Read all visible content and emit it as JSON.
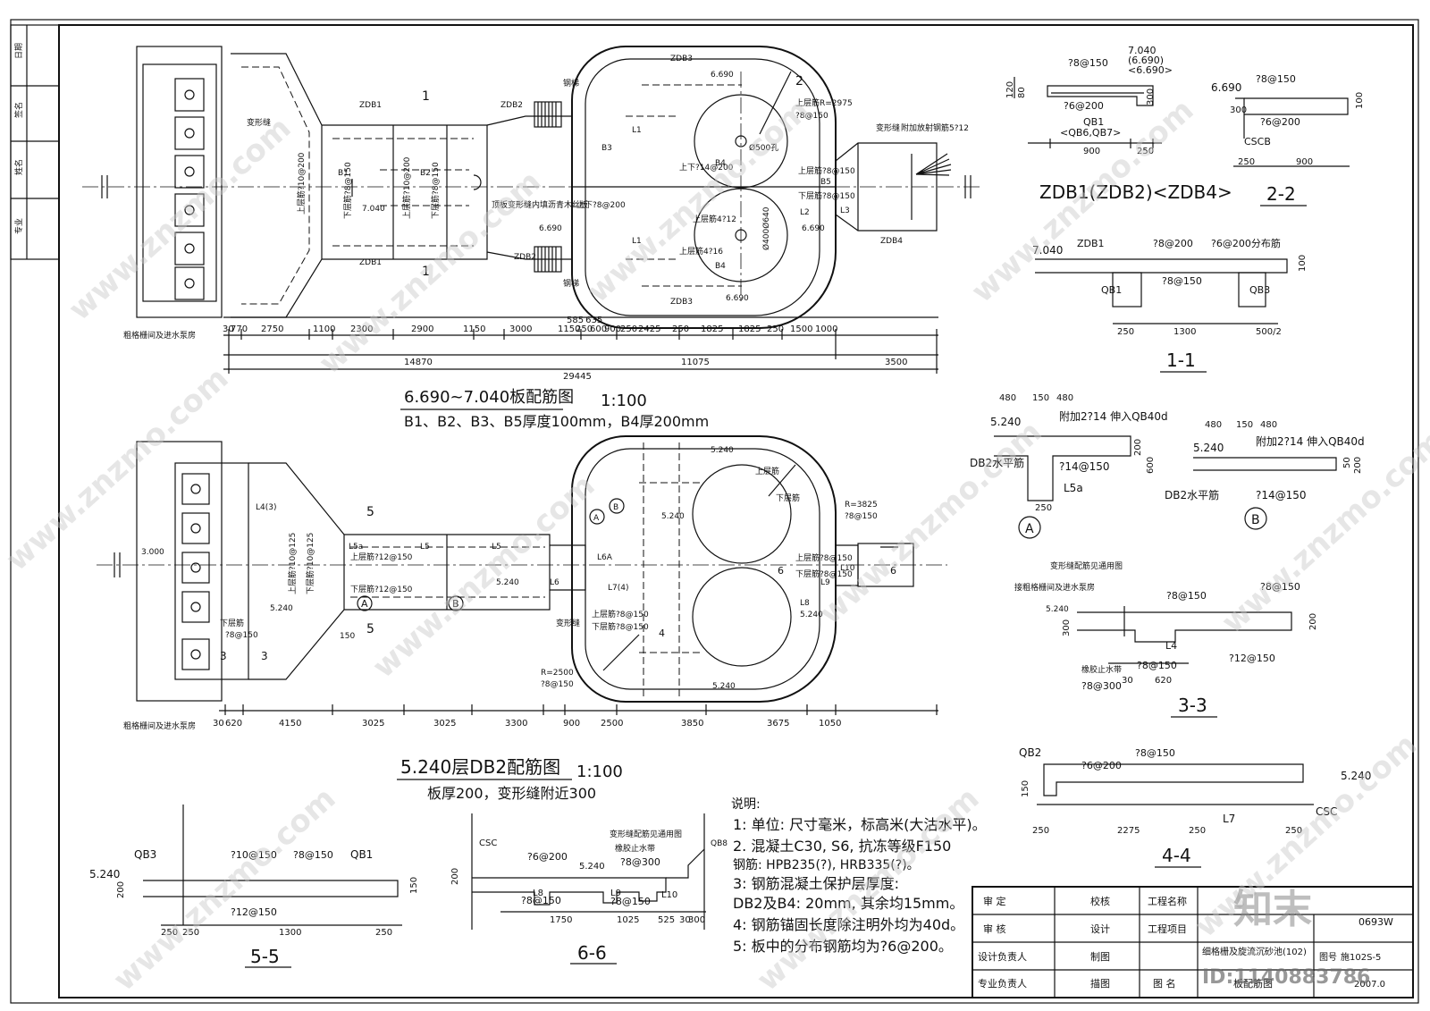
{
  "title_side": [
    "日期",
    "签名",
    "姓名",
    "专业"
  ],
  "plan1": {
    "title": "6.690~7.040板配筋图",
    "scale": "1:100",
    "note": "B1、B2、B3、B5厚度100mm，B4厚200mm",
    "labels": {
      "zdb1_top": "ZDB1",
      "zdb1_bot": "ZDB1",
      "zdb2_top": "ZDB2",
      "zdb2_bot": "ZDB2",
      "zdb3_top": "ZDB3",
      "zdb3_bot": "ZDB3",
      "zdb4": "ZDB4",
      "sec1_top": "1",
      "sec1_bot": "1",
      "sec2": "2",
      "bianxingfeng": "变形缝",
      "gangti_top": "钢梯",
      "gangti_bot": "钢梯",
      "r2975": "上层筋R=2975",
      "r2975b": "?8@150",
      "fujia": "附加放射钢筋5?12",
      "bianxing2": "变形缝",
      "shang10": "上层筋?10@200",
      "xia8": "下层筋?8@150",
      "shang10b": "上层筋?10@200",
      "xia8b": "下层筋?8@150",
      "b1": "B1",
      "b2": "B2",
      "b3": "B3",
      "b4a": "B4",
      "b4b": "B4",
      "b5": "B5",
      "l1a": "L1",
      "l1b": "L1",
      "l2": "L2",
      "l3": "L3",
      "e7040": "7.040",
      "e6690a": "6.690",
      "e6690b": "6.690",
      "e6690c": "6.690",
      "e6690d": "6.690",
      "s14_200": "上下?14@200",
      "s8_200": "上下?8@200",
      "s4_12": "上层筋4?12",
      "s4_16": "上层筋4?16",
      "sc8": "上层筋?8@150",
      "xc8": "下层筋?8@150",
      "d500": "Ø500孔",
      "d640": "Ø400Ø640",
      "ban": "顶板变形缝内填沥青木丝板",
      "jingu": "粗格栅间及进水泵房"
    },
    "dims_row1": [
      "30",
      "770",
      "2750",
      "1100",
      "2300",
      "2900",
      "1150",
      "3000",
      "1150",
      "250",
      "600",
      "900",
      "250",
      "2425",
      "250",
      "1825",
      "1825",
      "250",
      "1500",
      "1000"
    ],
    "dims_top_small": [
      "585",
      "635"
    ],
    "dims_row2": [
      "14870",
      "11075",
      "3500"
    ],
    "dims_total": "29445"
  },
  "plan2": {
    "title": "5.240层DB2配筋图",
    "scale": "1:100",
    "note": "板厚200，变形缝附近300",
    "labels": {
      "l43": "L4(3)",
      "s5a": "5",
      "s5b": "5",
      "s3a": "3",
      "s3b": "3",
      "e3000": "3.000",
      "l5a": "L5a",
      "l5b": "L5",
      "l5c": "L5",
      "l6": "L6",
      "l6a": "L6A",
      "l74": "L7(4)",
      "l8": "L8",
      "l9": "L9",
      "l10": "L10",
      "s6a": "6",
      "s6b": "6",
      "s4": "4",
      "shang12": "上层筋?12@150",
      "xia12": "下层筋?12@150",
      "shang10": "上层筋?10@125",
      "xia10": "下层筋?10@125",
      "e5240a": "5.240",
      "e5240b": "5.240",
      "e5240c": "5.240",
      "e5240d": "5.240",
      "e5240e": "5.240",
      "e5240f": "5.240",
      "xia8": "下层筋",
      "xia8v": "?8@150",
      "r3825": "R=3825",
      "r3825b": "?8@150",
      "r2500": "R=2500",
      "r2500b": "?8@150",
      "shang": "上层筋",
      "xia": "下层筋",
      "s8a": "上层筋?8@150",
      "x8a": "下层筋?8@150",
      "s8b": "上层筋?8@150",
      "x8b": "下层筋?8@150",
      "bx": "变形缝",
      "ca": "A",
      "cb": "B",
      "ca2": "A",
      "cb2": "B",
      "d150": "150",
      "jingu": "粗格栅间及进水泵房"
    },
    "dims_row": [
      "30",
      "620",
      "4150",
      "3025",
      "3025",
      "3300",
      "900",
      "2500",
      "3850",
      "3675",
      "1050"
    ]
  },
  "sec_zdb": {
    "title": "ZDB1(ZDB2)<ZDB4>",
    "top": [
      "7.040",
      "(6.690)",
      "?8@150",
      "<6.690>"
    ],
    "labels": [
      "120",
      "80",
      "?6@200",
      "300",
      "QB1",
      "<QB6,QB7>",
      "900",
      "250"
    ]
  },
  "sec22": {
    "title": "2-2",
    "labels": [
      "6.690",
      "?8@150",
      "300",
      "100",
      "?6@200",
      "CSCB",
      "250",
      "900"
    ]
  },
  "sec11": {
    "title": "1-1",
    "labels": [
      "7.040",
      "ZDB1",
      "?8@200",
      "?6@200分布筋",
      "QB1",
      "?8@150",
      "QB3",
      "100",
      "250",
      "1300",
      "500/2"
    ]
  },
  "secA": {
    "title": "A",
    "labels": [
      "480",
      "150",
      "480",
      "5.240",
      "附加2?14 伸入QB40d",
      "DB2水平筋",
      "?14@150",
      "L5a",
      "250",
      "200",
      "600"
    ]
  },
  "secB": {
    "title": "B",
    "labels": [
      "480",
      "150",
      "480",
      "5.240",
      "附加2?14 伸入QB40d",
      "DB2水平筋",
      "?14@150",
      "50",
      "200"
    ]
  },
  "sec33": {
    "title": "3-3",
    "labels": [
      "变形缝配筋见通用图",
      "接粗格栅间及进水泵房",
      "?8@150",
      "?8@150",
      "5.240",
      "300",
      "200",
      "L4",
      "?12@150",
      "?8@150",
      "橡胶止水带",
      "?8@300",
      "30",
      "620"
    ]
  },
  "sec44": {
    "title": "4-4",
    "labels": [
      "QB2",
      "?6@200",
      "?8@150",
      "5.240",
      "150",
      "CSC",
      "L7",
      "250",
      "2275",
      "250",
      "250"
    ]
  },
  "sec55": {
    "title": "5-5",
    "labels": [
      "QB3",
      "?10@150",
      "?8@150",
      "QB1",
      "5.240",
      "?12@150",
      "250",
      "250",
      "1300",
      "250",
      "200",
      "150"
    ]
  },
  "sec66": {
    "title": "6-6",
    "labels": [
      "CSC",
      "?6@200",
      "5.240",
      "变形缝配筋见通用图",
      "橡胶止水带",
      "?8@300",
      "QB8",
      "L8",
      "?8@150",
      "L9",
      "?8@150",
      "L10",
      "1750",
      "1025",
      "525",
      "30",
      "300",
      "200"
    ]
  },
  "notes": {
    "heading": "说明:",
    "lines": [
      "1: 单位: 尺寸毫米，标高米(大沽水平)。",
      "2. 混凝土C30, S6, 抗冻等级F150",
      "   钢筋: HPB235(?), HRB335(?)。",
      "3: 钢筋混凝土保护层厚度:",
      "   DB2及B4: 20mm, 其余均15mm。",
      "4: 钢筋锚固长度除注明外均为40d。",
      "5: 板中的分布钢筋均为?6@200。"
    ]
  },
  "titleblock": {
    "shending": "审   定",
    "shenhe": "审   核",
    "sheji_fz": "设计负责人",
    "zhuanye_fz": "专业负责人",
    "jiaohe": "校核",
    "sheji": "设计",
    "zhitu": "制图",
    "miaotu": "描图",
    "gcmc": "工程名称",
    "gcxm": "工程项目",
    "tuming": "图   名",
    "xiangmu": "细格栅及旋流沉砂池(102)",
    "tuming_val": "板配筋图",
    "tuhao_label": "图号",
    "tuhao": "施102S-5",
    "code": "0693W",
    "date": "2007.0"
  },
  "watermark": {
    "brand": "知末",
    "id": "ID:1140883786",
    "site": "www.znzmo.com"
  }
}
